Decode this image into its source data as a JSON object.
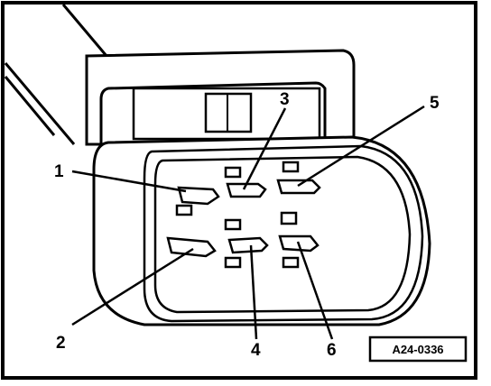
{
  "diagram": {
    "labels": [
      "1",
      "2",
      "3",
      "4",
      "5",
      "6"
    ],
    "reference_code": "A24-0336"
  }
}
